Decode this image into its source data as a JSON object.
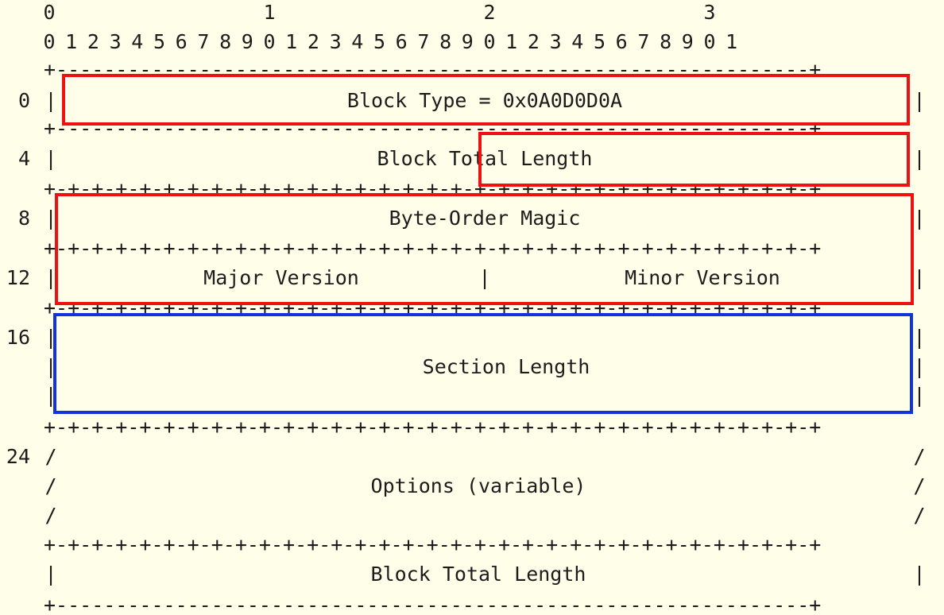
{
  "tens_header": [
    "0",
    "1",
    "2",
    "3"
  ],
  "units_header": [
    "0",
    "1",
    "2",
    "3",
    "4",
    "5",
    "6",
    "7",
    "8",
    "9",
    "0",
    "1",
    "2",
    "3",
    "4",
    "5",
    "6",
    "7",
    "8",
    "9",
    "0",
    "1",
    "2",
    "3",
    "4",
    "5",
    "6",
    "7",
    "8",
    "9",
    "0",
    "1"
  ],
  "offsets": [
    "0",
    "4",
    "8",
    "12",
    "16",
    "24"
  ],
  "fields": {
    "block_type": "Block Type = 0x0A0D0D0A",
    "block_total_length": "Block Total Length",
    "byte_order_magic": "Byte-Order Magic",
    "major_version": "Major Version",
    "minor_version": "Minor Version",
    "section_length": "Section Length",
    "options": "Options (variable)",
    "block_total_length_trailer": "Block Total Length"
  },
  "border_glyphs": {
    "corner": "+",
    "dash": "-",
    "bit_separator": "-+",
    "vertical": "|",
    "slash": "/"
  },
  "highlight_colors": {
    "red": "#EE1111",
    "blue": "#1133DD"
  }
}
